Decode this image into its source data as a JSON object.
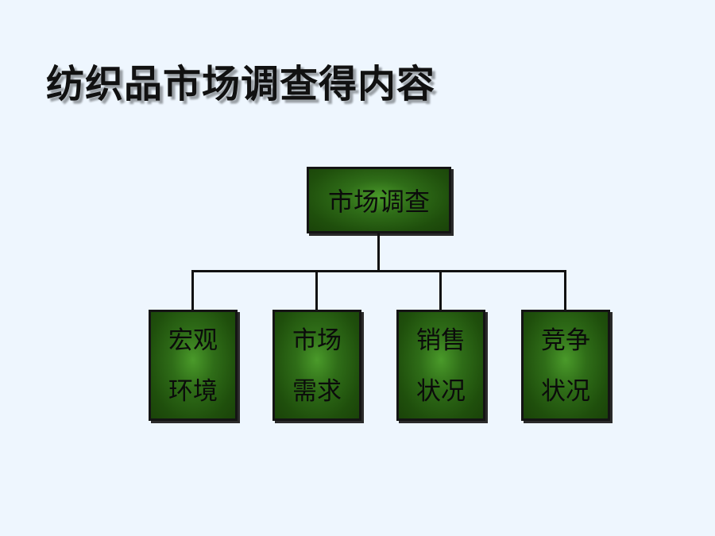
{
  "slide": {
    "title": "纺织品市场调查得内容"
  },
  "diagram": {
    "root": "市场调查",
    "children": [
      {
        "line1": "宏观",
        "line2": "环境"
      },
      {
        "line1": "市场",
        "line2": "需求"
      },
      {
        "line1": "销售",
        "line2": "状况"
      },
      {
        "line1": "竞争",
        "line2": "状况"
      }
    ]
  },
  "colors": {
    "background": "#eef6fe",
    "box_fill": "#2f6d18",
    "box_border": "#141414",
    "connector": "#111111"
  }
}
